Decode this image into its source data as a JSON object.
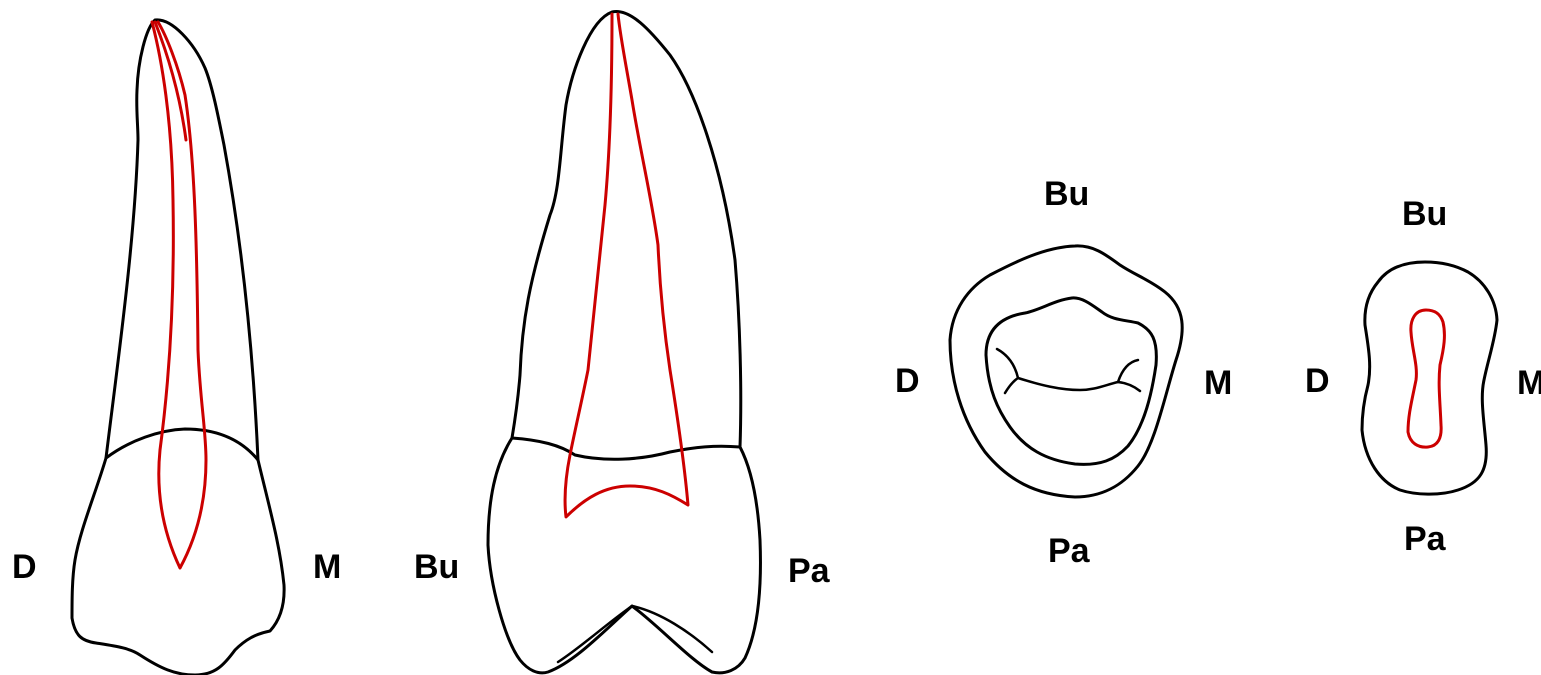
{
  "colors": {
    "outline": "#000000",
    "canal": "#cc0000",
    "label": "#000000",
    "background": "#ffffff"
  },
  "views": [
    {
      "id": "proximal-view",
      "labels": {
        "left": "D",
        "right": "M"
      }
    },
    {
      "id": "mesial-view",
      "labels": {
        "left": "Bu",
        "right": "Pa"
      }
    },
    {
      "id": "occlusal-view",
      "labels": {
        "top": "Bu",
        "left": "D",
        "right": "M",
        "bottom": "Pa"
      }
    },
    {
      "id": "cross-section-view",
      "labels": {
        "top": "Bu",
        "left": "D",
        "right": "M",
        "bottom": "Pa"
      }
    }
  ]
}
